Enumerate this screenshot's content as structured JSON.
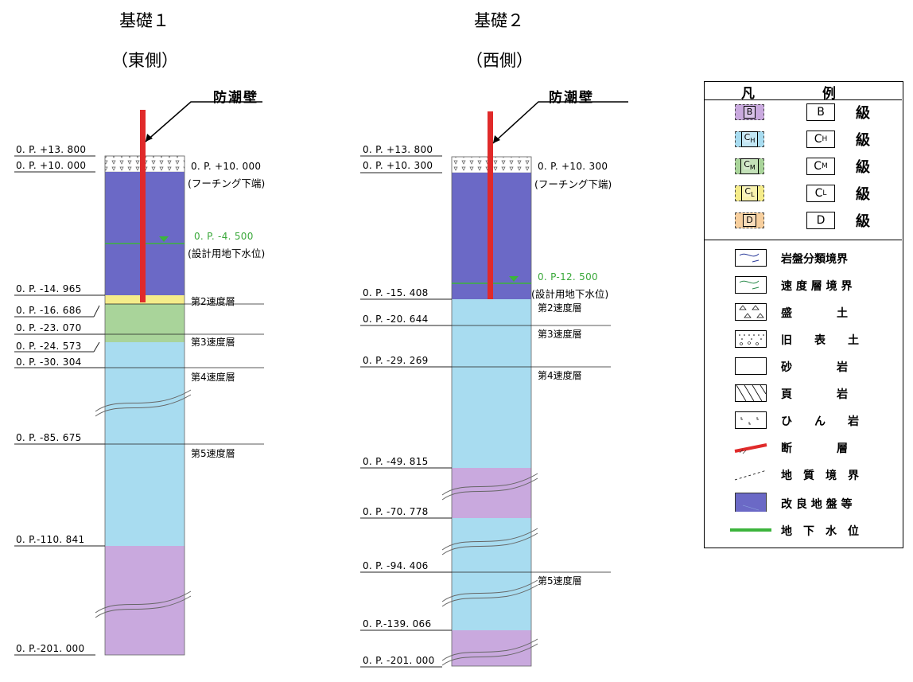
{
  "col1": {
    "title": "基礎１",
    "side": "（東側）",
    "wall_label": "防潮壁",
    "elevations": [
      "0. P. +13. 800",
      "0. P. +10. 000",
      "0. P. -14. 965",
      "0. P. -16. 686",
      "0. P. -23. 070",
      "0. P. -24. 573",
      "0. P. -30. 304",
      "0. P. -85. 675",
      "0. P.-110. 841",
      "0. P.-201. 000"
    ],
    "footing": "0. P. +10. 000",
    "footing_note": "(フーチング下端)",
    "water": "0. P. -4. 500",
    "water_note": "(設計用地下水位)",
    "layers": [
      "第2速度層",
      "第3速度層",
      "第4速度層",
      "第5速度層"
    ]
  },
  "col2": {
    "title": "基礎２",
    "side": "（西側）",
    "wall_label": "防潮壁",
    "elevations": [
      "0. P. +13. 800",
      "0. P. +10. 300",
      "0. P. -15. 408",
      "0. P. -20. 644",
      "0. P. -29. 269",
      "0. P. -49. 815",
      "0. P. -70. 778",
      "0. P. -94. 406",
      "0. P.-139. 066",
      "0. P. -201. 000"
    ],
    "footing": "0. P. +10. 300",
    "footing_note": "(フーチング下端)",
    "water": "0. P-12. 500",
    "water_note": "(設計用地下水位)",
    "layers": [
      "第2速度層",
      "第3速度層",
      "第4速度層",
      "第5速度層"
    ]
  },
  "legend": {
    "title_a": "凡",
    "title_b": "例",
    "grade_word": "級",
    "classes": [
      {
        "code": "B",
        "sub": "",
        "color": "#c9a9de"
      },
      {
        "code": "C",
        "sub": "H",
        "color": "#a8dcf0"
      },
      {
        "code": "C",
        "sub": "M",
        "color": "#a9d49a"
      },
      {
        "code": "C",
        "sub": "L",
        "color": "#f5ec8a"
      },
      {
        "code": "D",
        "sub": "",
        "color": "#f7cf9e"
      }
    ],
    "items": [
      "岩盤分類境界",
      "速 度 層 境 界",
      "盛　　　　土",
      "旧　　表　　土",
      "砂　　　　岩",
      "頁　　　　岩",
      "ひ　　ん　　岩",
      "断　　　　層",
      "地　質　境　界",
      "改 良 地 盤 等",
      "地　下　水　位"
    ]
  },
  "colors": {
    "improved": "#6b69c6",
    "ch": "#a8dcf0",
    "cm": "#a9d49a",
    "cl": "#f5ec8a",
    "b": "#c9a9de",
    "wall": "#e02a2a",
    "water": "#3cb43c"
  }
}
